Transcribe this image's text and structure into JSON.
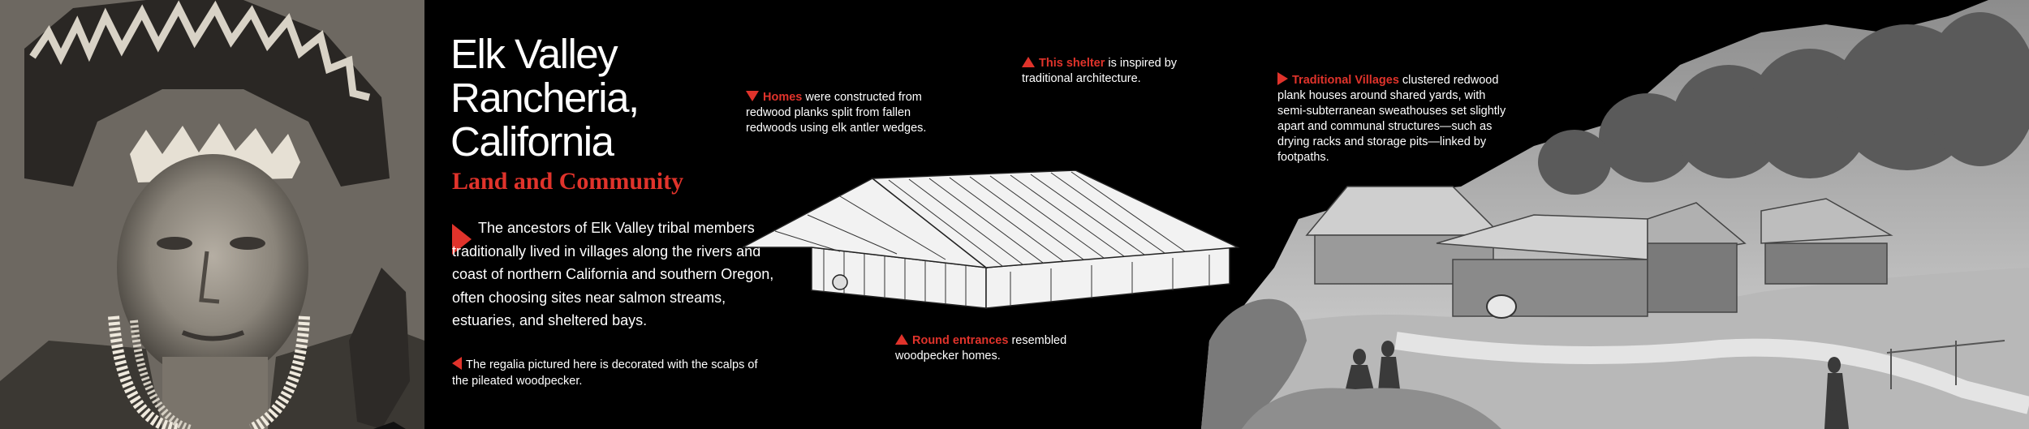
{
  "title": "Elk Valley Rancheria, California",
  "subtitle": "Land and Community",
  "body": "The ancestors of Elk Valley tribal members traditionally lived in villages along the rivers and coast of northern California and southern Oregon, often choosing sites near salmon streams, estuaries, and sheltered bays.",
  "caption": "The regalia pictured here is decorated with the scalps of the pileated woodpecker.",
  "notes": {
    "homes": {
      "highlight": "Homes",
      "text": " were constructed from redwood planks split from fallen redwoods using elk antler wedges."
    },
    "shelter": {
      "highlight": "This shelter",
      "text": " is inspired by traditional architecture."
    },
    "entrances": {
      "highlight": "Round entrances",
      "text": " resembled woodpecker homes."
    },
    "villages": {
      "highlight": "Traditional Villages",
      "text": " clustered redwood plank houses around shared yards, with semi-subterranean sweathouses set slightly apart and communal structures—such as drying racks and storage pits—linked by footpaths."
    }
  },
  "colors": {
    "accent": "#e0332b",
    "background": "#000000",
    "text": "#ffffff"
  },
  "icons": [
    "triangle-right-icon",
    "triangle-left-icon",
    "triangle-down-icon",
    "triangle-up-icon"
  ]
}
